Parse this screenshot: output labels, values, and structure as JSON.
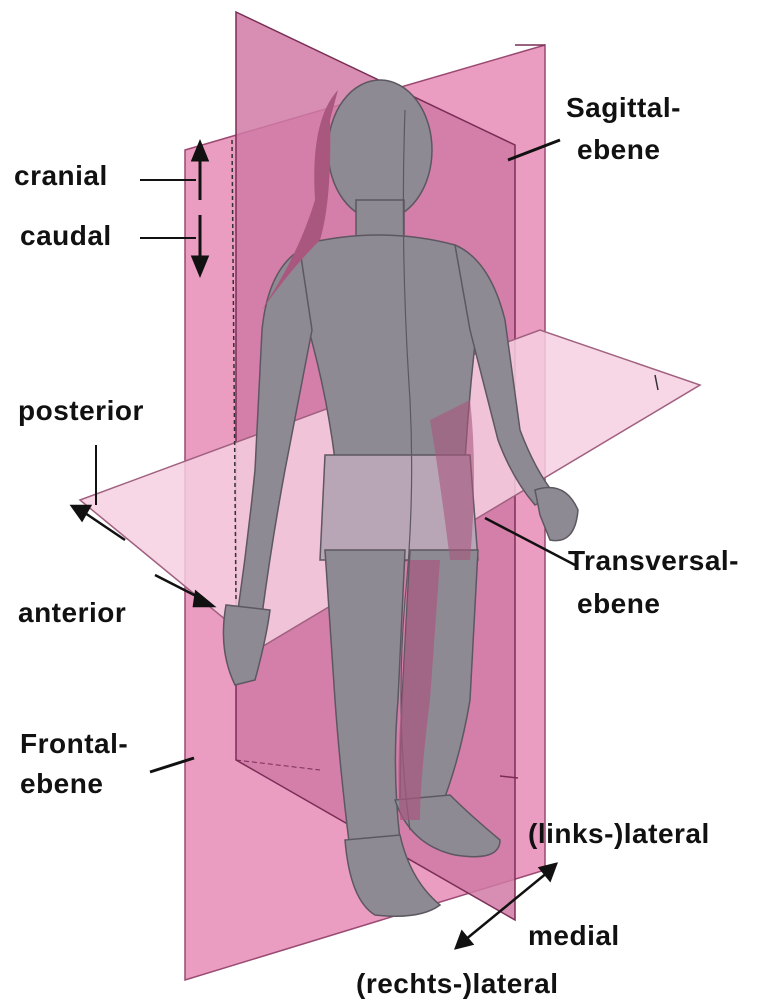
{
  "labels": {
    "cranial": "cranial",
    "caudal": "caudal",
    "posterior": "posterior",
    "anterior": "anterior",
    "frontal_line1": "Frontal-",
    "frontal_line2": "ebene",
    "sagittal_line1": "Sagittal-",
    "sagittal_line2": "ebene",
    "transversal_line1": "Transversal-",
    "transversal_line2": "ebene",
    "links_lateral": "(links-)lateral",
    "medial": "medial",
    "rechts_lateral": "(rechts-)lateral"
  },
  "colors": {
    "plane_frontal": "#e78bb5",
    "plane_sagittal": "#d36fa0",
    "plane_transversal": "#f4c4da",
    "body": "#8e8a93",
    "body_shadow": "#a9577f",
    "ink": "#111111"
  }
}
